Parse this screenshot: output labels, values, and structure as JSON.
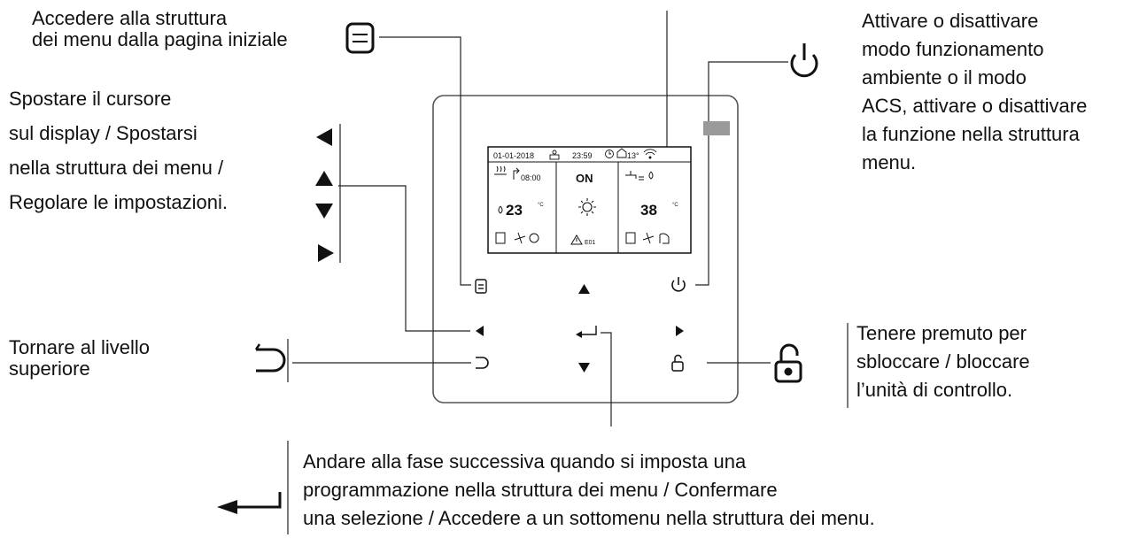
{
  "callouts": {
    "menu_access": [
      "Accedere alla struttura",
      "dei menu dalla pagina iniziale"
    ],
    "cursor": [
      "Spostare il cursore",
      "sul display / Spostarsi",
      "nella struttura dei menu /",
      "Regolare le impostazioni."
    ],
    "back": [
      "Tornare al livello",
      "superiore"
    ],
    "power": [
      "Attivare o disattivare",
      "modo funzionamento",
      "ambiente o il modo",
      "ACS, attivare o disattivare",
      "la funzione nella struttura",
      "menu."
    ],
    "lock": [
      "Tenere premuto per",
      "sbloccare / bloccare",
      "l’unità di controllo."
    ],
    "enter": [
      "Andare alla fase successiva quando si imposta una",
      "programmazione nella struttura dei menu / Confermare",
      "una selezione / Accedere a un sottomenu nella struttura dei menu."
    ]
  },
  "display": {
    "date": "01-01-2018",
    "time": "23:59",
    "outdoor_temp": "13°",
    "timer_time": "08:00",
    "mode_status": "ON",
    "zone_temp": "23",
    "zone_unit": "°C",
    "dhw_temp": "38",
    "dhw_unit": "°C",
    "error_code": "E01"
  },
  "icons": {
    "menu": "menu-icon",
    "power": "power-icon",
    "up": "arrow-up-icon",
    "down": "arrow-down-icon",
    "left": "arrow-left-icon",
    "right": "arrow-right-icon",
    "back": "back-icon",
    "enter": "enter-icon",
    "lock": "unlock-icon"
  },
  "colors": {
    "line": "#222222",
    "panel_border": "#555555",
    "text": "#111111"
  }
}
